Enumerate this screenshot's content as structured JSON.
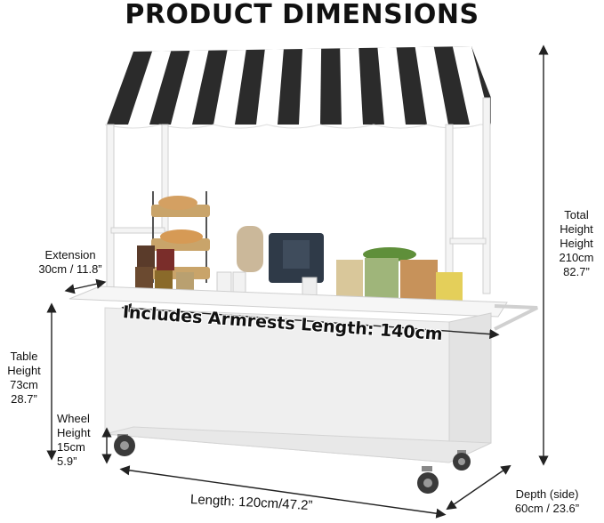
{
  "title": "PRODUCT DIMENSIONS",
  "labels": {
    "extension": [
      "Extension",
      "30cm / 11.8”"
    ],
    "total_height": [
      "Total",
      "Height",
      "Height",
      "210cm",
      "82.7”"
    ],
    "table_height": [
      "Table",
      "Height",
      "73cm",
      "28.7”"
    ],
    "wheel_height": [
      "Wheel",
      "Height",
      "15cm",
      "5.9”"
    ],
    "armrests_length": "Includes Armrests Length: 140cm",
    "length": "Length: 120cm/47.2”",
    "depth": [
      "Depth (side)",
      "60cm / 23.6”"
    ]
  },
  "colors": {
    "awning_dark": "#2b2b2b",
    "awning_light": "#ffffff",
    "cart_body": "#efefef",
    "frame": "#f4f4f4",
    "dimension_line": "#222222"
  },
  "icons": {
    "arrow": "dimension-arrow"
  }
}
